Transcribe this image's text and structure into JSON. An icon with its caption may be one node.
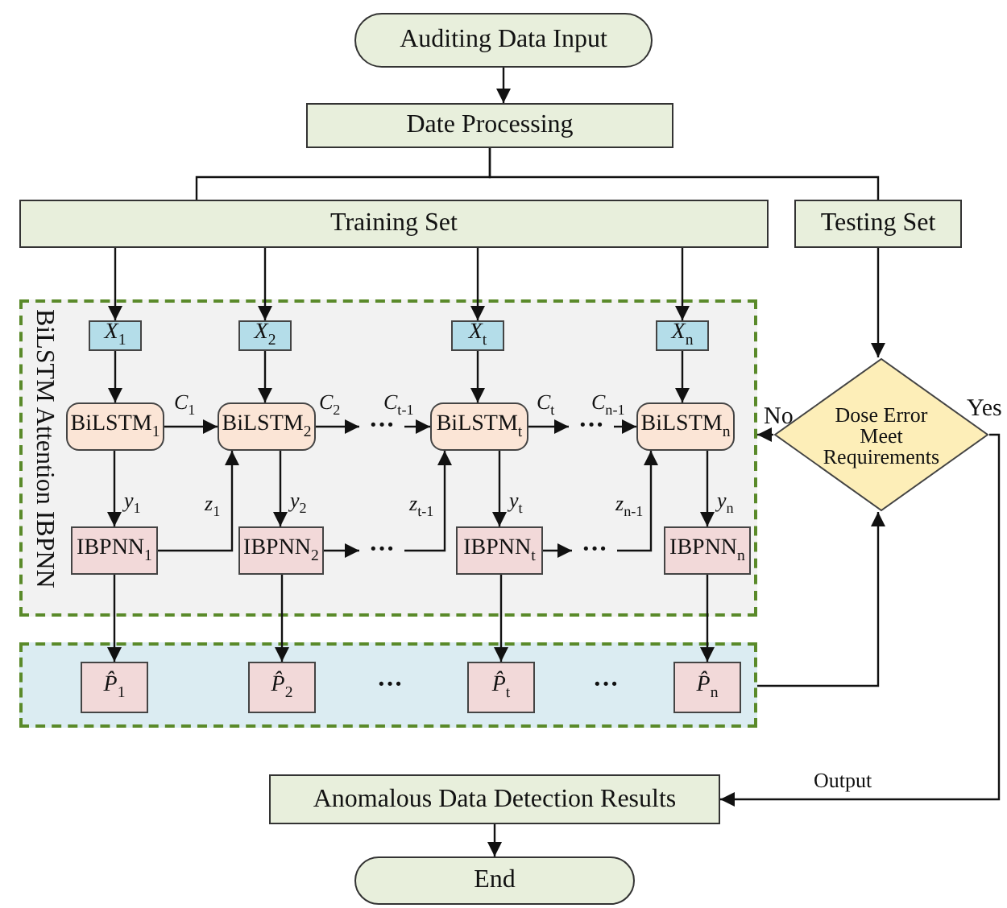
{
  "diagram": {
    "nodes": [
      {
        "text": [
          "Auditing Data Input"
        ]
      },
      {
        "text": [
          "Date Processing"
        ]
      },
      {
        "text": [
          "Training Set"
        ]
      },
      {
        "text": [
          "Testing Set"
        ]
      },
      {
        "text": [
          "BiLSTM Attention IBPNN"
        ]
      },
      {
        "text": [
          "*X*$_{1}$"
        ],
        "in": 4
      },
      {
        "text": [
          "*X*$_{2}$"
        ],
        "in": 4
      },
      {
        "text": [
          "*X*$_{t}$"
        ],
        "in": 4
      },
      {
        "text": [
          "*X*$_{n}$"
        ],
        "in": 4
      },
      {
        "text": [
          "BiLSTM$_{1}$"
        ],
        "in": 4
      },
      {
        "text": [
          "BiLSTM$_{2}$"
        ],
        "in": 4
      },
      {
        "text": [
          "BiLSTM$_{t}$"
        ],
        "in": 4
      },
      {
        "text": [
          "BiLSTM$_{n}$"
        ],
        "in": 4
      },
      {
        "text": [
          "IBPNN$_{1}$"
        ],
        "in": 4
      },
      {
        "text": [
          "IBPNN$_{2}$"
        ],
        "in": 4
      },
      {
        "text": [
          "IBPNN$_{t}$"
        ],
        "in": 4
      },
      {
        "text": [
          "IBPNN$_{n}$"
        ],
        "in": 4
      },
      {
        "text": [],
        "shape": "box"
      },
      {
        "text": [
          "*P̂*$_{1}$"
        ],
        "in": 17
      },
      {
        "text": [
          "*P̂*$_{2}$"
        ],
        "in": 17
      },
      {
        "text": [
          "*P̂*$_{t}$"
        ],
        "in": 17
      },
      {
        "text": [
          "*P̂*$_{n}$"
        ],
        "in": 17
      },
      {
        "text": [
          "Dose Error Meet Requirements"
        ]
      },
      {
        "text": [
          "Anomalous Data Detection Results"
        ]
      },
      {
        "text": [
          "End"
        ]
      },
      {
        "text": [
          "···"
        ],
        "in": 4
      },
      {
        "text": [
          "···"
        ],
        "in": 4
      },
      {
        "text": [
          "···"
        ],
        "in": 4
      },
      {
        "text": [
          "···"
        ],
        "in": 4
      }
    ],
    "edges": [
      {
        "from": 0,
        "to": 1,
        "arrow": "to"
      },
      {
        "from": 1,
        "to": 2,
        "arrow": "none"
      },
      {
        "from": 1,
        "to": 3,
        "arrow": "none"
      },
      {
        "from": 2,
        "to": 5,
        "arrow": "to"
      },
      {
        "from": 2,
        "to": 6,
        "arrow": "to"
      },
      {
        "from": 2,
        "to": 7,
        "arrow": "to"
      },
      {
        "from": 2,
        "to": 8,
        "arrow": "to"
      },
      {
        "from": 3,
        "to": 22,
        "arrow": "to"
      },
      {
        "from": 5,
        "to": 9,
        "arrow": "to"
      },
      {
        "from": 6,
        "to": 10,
        "arrow": "to"
      },
      {
        "from": 7,
        "to": 11,
        "arrow": "to"
      },
      {
        "from": 8,
        "to": 12,
        "arrow": "to"
      },
      {
        "from": 9,
        "to": 10,
        "arrow": "to",
        "label": "*C*$_{1}$"
      },
      {
        "from": 10,
        "to": 25,
        "arrow": "to",
        "label": "*C*$_{2}$"
      },
      {
        "from": 25,
        "to": 11,
        "arrow": "to",
        "label": "*C*$_{t-1}$"
      },
      {
        "from": 11,
        "to": 26,
        "arrow": "to",
        "label": "*C*$_{t}$"
      },
      {
        "from": 26,
        "to": 12,
        "arrow": "to",
        "label": "*C*$_{n-1}$"
      },
      {
        "from": 9,
        "to": 13,
        "arrow": "to",
        "label": "*y*$_{1}$"
      },
      {
        "from": 10,
        "to": 14,
        "arrow": "to",
        "label": "*y*$_{2}$"
      },
      {
        "from": 11,
        "to": 15,
        "arrow": "to",
        "label": "*y*$_{t}$"
      },
      {
        "from": 12,
        "to": 16,
        "arrow": "to",
        "label": "*y*$_{n}$"
      },
      {
        "from": 13,
        "to": 10,
        "arrow": "to",
        "label": "*z*$_{1}$"
      },
      {
        "from": 14,
        "to": 27,
        "arrow": "to"
      },
      {
        "from": 27,
        "to": 11,
        "arrow": "to",
        "label": "*z*$_{t-1}$"
      },
      {
        "from": 15,
        "to": 28,
        "arrow": "to"
      },
      {
        "from": 28,
        "to": 12,
        "arrow": "to",
        "label": "*z*$_{n-1}$"
      },
      {
        "from": 13,
        "to": 18,
        "arrow": "to"
      },
      {
        "from": 14,
        "to": 19,
        "arrow": "to"
      },
      {
        "from": 15,
        "to": 20,
        "arrow": "to"
      },
      {
        "from": 16,
        "to": 21,
        "arrow": "to"
      },
      {
        "from": 17,
        "to": 22,
        "arrow": "to"
      },
      {
        "from": 22,
        "to": 4,
        "arrow": "to",
        "label": "No"
      },
      {
        "from": 22,
        "to": 23,
        "arrow": "to",
        "label": "Yes"
      },
      {
        "from": 23,
        "to": 24,
        "arrow": "to"
      }
    ],
    "labels": [
      "···",
      "···",
      "Output"
    ]
  }
}
